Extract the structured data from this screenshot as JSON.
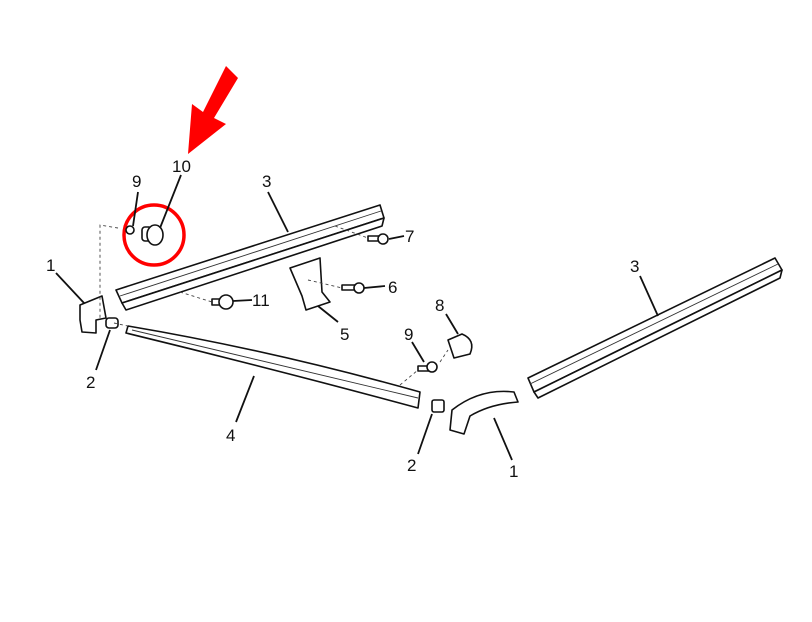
{
  "diagram": {
    "highlight_color": "#ff0000",
    "callouts": {
      "part10": "10",
      "part9_top": "9",
      "part3_left": "3",
      "part7": "7",
      "part1_left": "1",
      "part6": "6",
      "part11": "11",
      "part5": "5",
      "part8": "8",
      "part9_right": "9",
      "part2_left": "2",
      "part4": "4",
      "part2_right": "2",
      "part1_right": "1",
      "part3_right": "3"
    }
  }
}
